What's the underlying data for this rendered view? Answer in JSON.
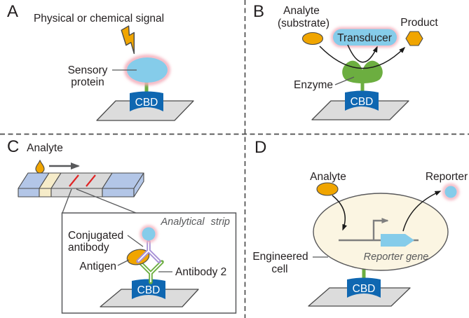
{
  "figure": {
    "panel_a": {
      "letter": "A",
      "signal": "Physical or chemical signal",
      "sensory_l1": "Sensory",
      "sensory_l2": "protein",
      "cbd": "CBD"
    },
    "panel_b": {
      "letter": "B",
      "analyte_l1": "Analyte",
      "analyte_l2": "(substrate)",
      "transducer": "Transducer",
      "product": "Product",
      "enzyme": "Enzyme",
      "cbd": "CBD"
    },
    "panel_c": {
      "letter": "C",
      "analyte": "Analyte",
      "strip_caption": "Analytical strip",
      "conjugated_l1": "Conjugated",
      "conjugated_l2": "antibody",
      "antigen": "Antigen",
      "antibody2": "Antibody 2",
      "cbd": "CBD"
    },
    "panel_d": {
      "letter": "D",
      "analyte": "Analyte",
      "reporter": "Reporter",
      "engineered_l1": "Engineered",
      "engineered_l2": "cell",
      "reporter_gene": "Reporter gene",
      "cbd": "CBD"
    }
  },
  "colors": {
    "lightblue": "#85CCEA",
    "pink": "#F3AFBC",
    "yellow": "#F0A500",
    "green": "#6CAE40",
    "blue": "#0F67B1",
    "purple": "#A791D6",
    "red": "#E02424",
    "surface": "#DCDCDC",
    "strip_blue": "#B3C6E7",
    "strip_cream": "#F6ECC9",
    "strip_gray": "#D9D9D9",
    "cell_fill": "#FBF5E2",
    "ink": "#231F20",
    "gray": "#58595B",
    "dna_gray": "#7F7F7F"
  }
}
